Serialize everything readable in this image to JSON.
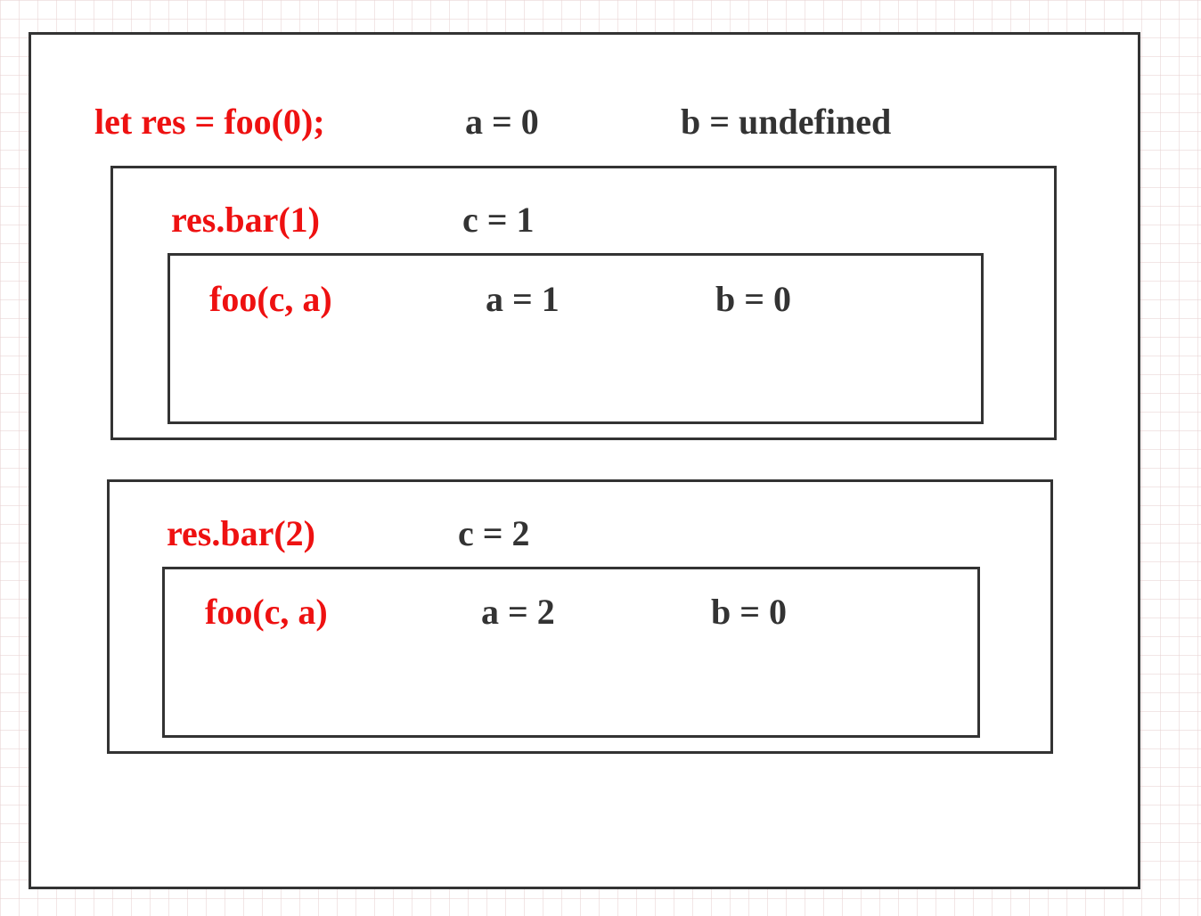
{
  "colors": {
    "code_text": "#ee1111",
    "value_text": "#333333",
    "border": "#333333",
    "grid": "#e8d2d2"
  },
  "global_scope": {
    "call": "let res = foo(0);",
    "var_a": "a = 0",
    "var_b": "b = undefined"
  },
  "bar_call_1": {
    "call": "res.bar(1)",
    "var_c": "c = 1",
    "foo_call": {
      "call": "foo(c, a)",
      "var_a": "a = 1",
      "var_b": "b = 0"
    }
  },
  "bar_call_2": {
    "call": "res.bar(2)",
    "var_c": "c = 2",
    "foo_call": {
      "call": "foo(c, a)",
      "var_a": "a = 2",
      "var_b": "b = 0"
    }
  }
}
